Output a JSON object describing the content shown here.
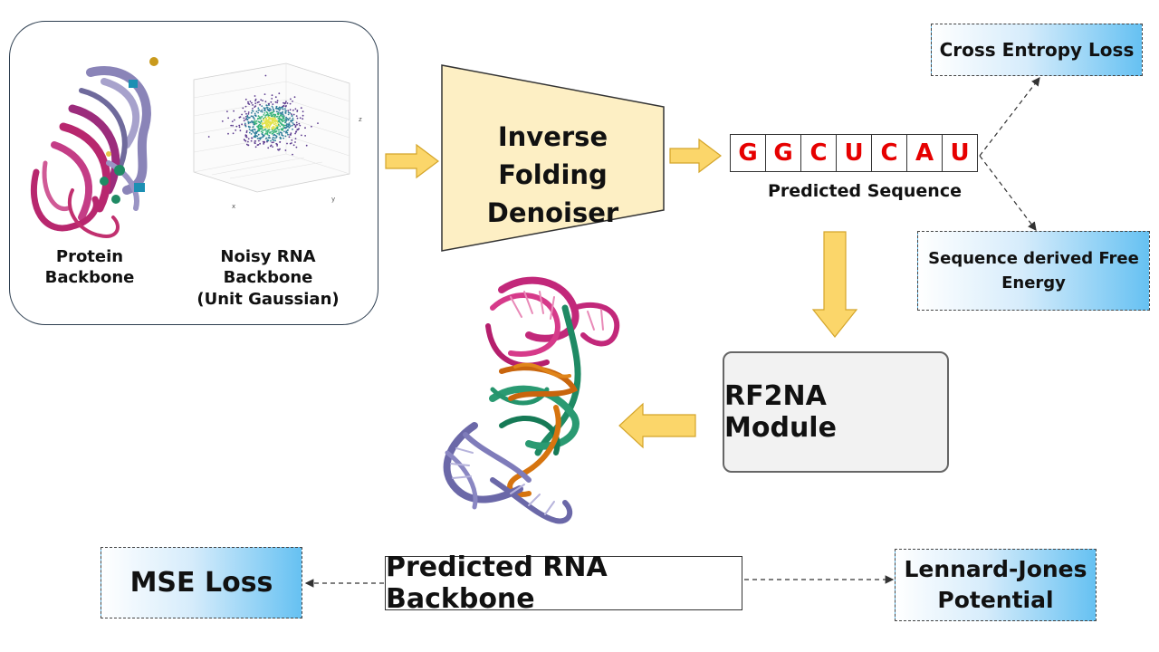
{
  "input_panel": {
    "protein_label": "Protein Backbone",
    "noise_label_line1": "Noisy RNA Backbone",
    "noise_label_line2": "(Unit Gaussian)",
    "plot_z_label": "z",
    "plot_x_label": "x",
    "plot_y_label": "y"
  },
  "denoiser": {
    "line1": "Inverse Folding",
    "line2": "Denoiser"
  },
  "sequence": {
    "letters": [
      "G",
      "G",
      "C",
      "U",
      "C",
      "A",
      "U"
    ],
    "caption": "Predicted Sequence"
  },
  "losses": {
    "cross_entropy": "Cross Entropy Loss",
    "free_energy_line1": "Sequence derived Free",
    "free_energy_line2": "Energy",
    "mse": "MSE Loss",
    "lj_line1": "Lennard-Jones",
    "lj_line2": "Potential"
  },
  "rf2na": {
    "label": "RF2NA Module"
  },
  "predicted_backbone": {
    "label": "Predicted RNA Backbone"
  },
  "colors": {
    "arrow_fill": "#fbd66a",
    "arrow_stroke": "#d4a52a",
    "denoiser_fill": "#fdefc4",
    "sequence_letter": "#e60000",
    "loss_gradient_end": "#66c1f2",
    "protein_magenta": "#b8276e",
    "protein_purple": "#7a6eae",
    "protein_green": "#1f8a64",
    "protein_orange": "#c8650d"
  }
}
